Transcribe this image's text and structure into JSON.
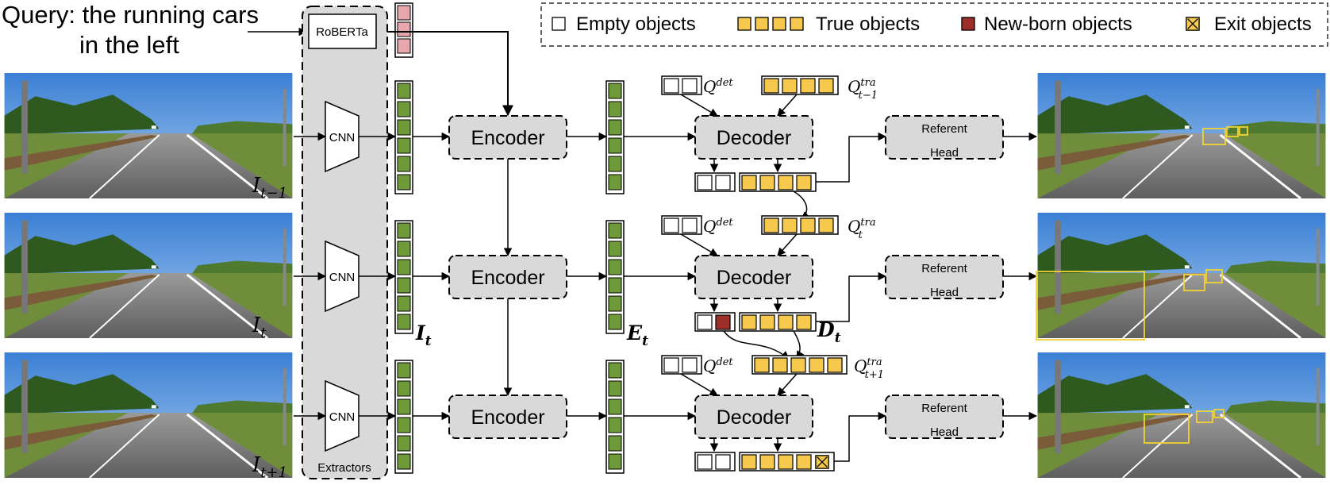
{
  "query": {
    "line1": "Query: the running cars",
    "line2": "in the left"
  },
  "legend": {
    "empty": "Empty objects",
    "true": "True objects",
    "newborn": "New-born objects",
    "exit": "Exit objects"
  },
  "labels": {
    "roberta": "RoBERTa",
    "cnn": "CNN",
    "extractors": "Extractors",
    "encoder": "Encoder",
    "decoder": "Decoder",
    "referent_line1": "Referent",
    "referent_line2": "Head"
  },
  "frames": [
    {
      "label_base": "I",
      "label_sub": "t−1",
      "qtra_sub": "t−1"
    },
    {
      "label_base": "I",
      "label_sub": "t",
      "qtra_sub": "t"
    },
    {
      "label_base": "I",
      "label_sub": "t+1",
      "qtra_sub": "t+1"
    }
  ],
  "query_labels": {
    "qdet_base": "Q",
    "qdet_sup": "det",
    "qtra_base": "Q",
    "qtra_sup": "tra"
  },
  "feature_labels": {
    "image_base": "I",
    "image_sub": "t",
    "encoder_base": "E",
    "encoder_sub": "t",
    "decoder_base": "D",
    "decoder_sub": "t"
  },
  "colors": {
    "extractor_bg": "#d9d9d9",
    "block_bg": "#d9d9d9",
    "token_green": "#6f9a3a",
    "token_pink": "#e8a7ad",
    "token_yellow": "#f6c94e",
    "token_red": "#9c2f2a",
    "box_yellow": "#f2d233"
  },
  "icons": [
    "car-scene-image",
    "arrow-icon",
    "exit-cross-icon"
  ]
}
